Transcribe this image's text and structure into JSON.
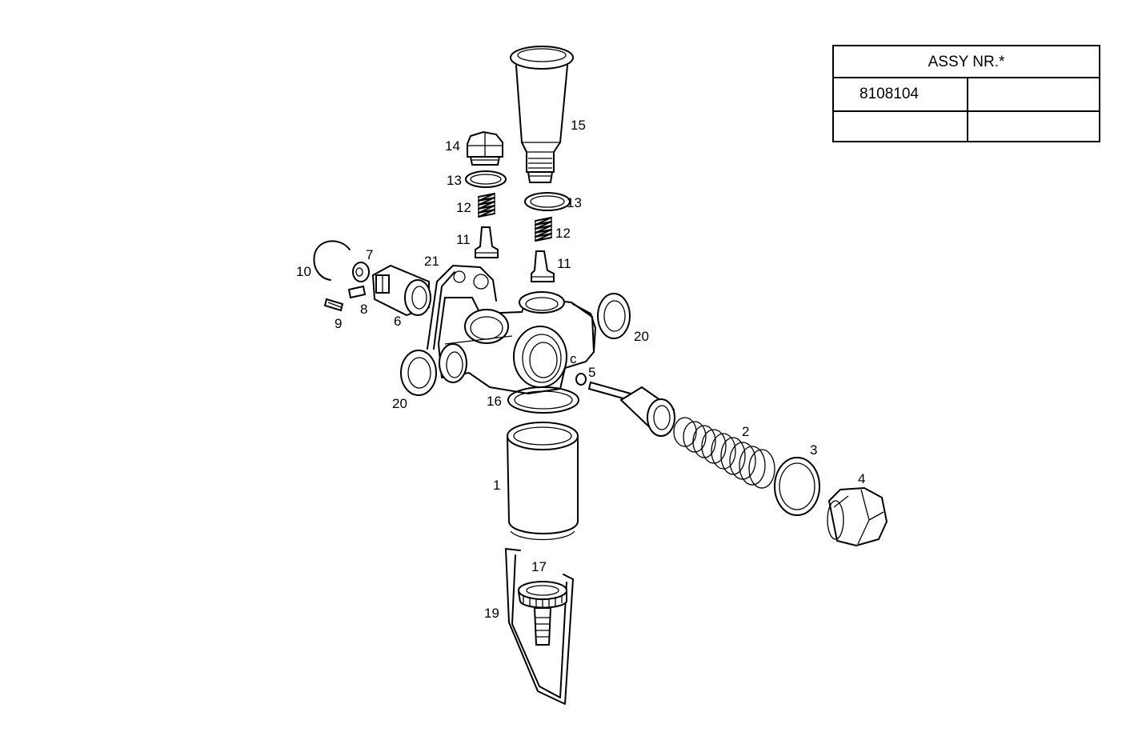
{
  "assy_table": {
    "header": "ASSY  NR.*",
    "rows": [
      [
        "8108104",
        ""
      ],
      [
        "",
        ""
      ]
    ]
  },
  "callouts": {
    "c1": "1",
    "c2": "2",
    "c3": "3",
    "c4": "4",
    "c5": "5",
    "c6": "6",
    "c7": "7",
    "c8": "8",
    "c9": "9",
    "c10": "10",
    "c11a": "11",
    "c11b": "11",
    "c12a": "12",
    "c12b": "12",
    "c13a": "13",
    "c13b": "13",
    "c14": "14",
    "c15": "15",
    "c16": "16",
    "c17": "17",
    "c19": "19",
    "c20a": "20",
    "c20b": "20",
    "c21": "21"
  },
  "body_mark": "c"
}
